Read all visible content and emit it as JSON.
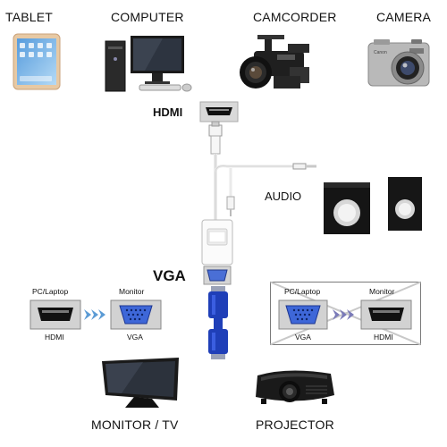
{
  "devices_top": {
    "tablet": "TABLET",
    "computer": "COMPUTER",
    "camcorder": "CAMCORDER",
    "camera": "CAMERA"
  },
  "ports": {
    "hdmi": "HDMI",
    "audio": "AUDIO",
    "vga": "VGA"
  },
  "diagram_left": {
    "source_label": "PC/Laptop",
    "target_label": "Monitor",
    "source_port": "HDMI",
    "target_port": "VGA"
  },
  "diagram_right": {
    "source_label": "PC/Laptop",
    "target_label": "Monitor",
    "source_port": "VGA",
    "target_port": "HDMI"
  },
  "devices_bottom": {
    "monitor": "MONITOR / TV",
    "projector": "PROJECTOR"
  },
  "colors": {
    "vga_cable": "#1f3fb8",
    "arrow_left": "#5b9bd5",
    "arrow_right": "#7a7ab8",
    "strike": "#c8c8c8"
  },
  "icons": {
    "tablet": "tablet-icon",
    "computer": "desktop-computer-icon",
    "camcorder": "camcorder-icon",
    "camera": "camera-icon",
    "speakers": "speakers-icon",
    "monitor": "monitor-icon",
    "projector": "projector-icon"
  }
}
